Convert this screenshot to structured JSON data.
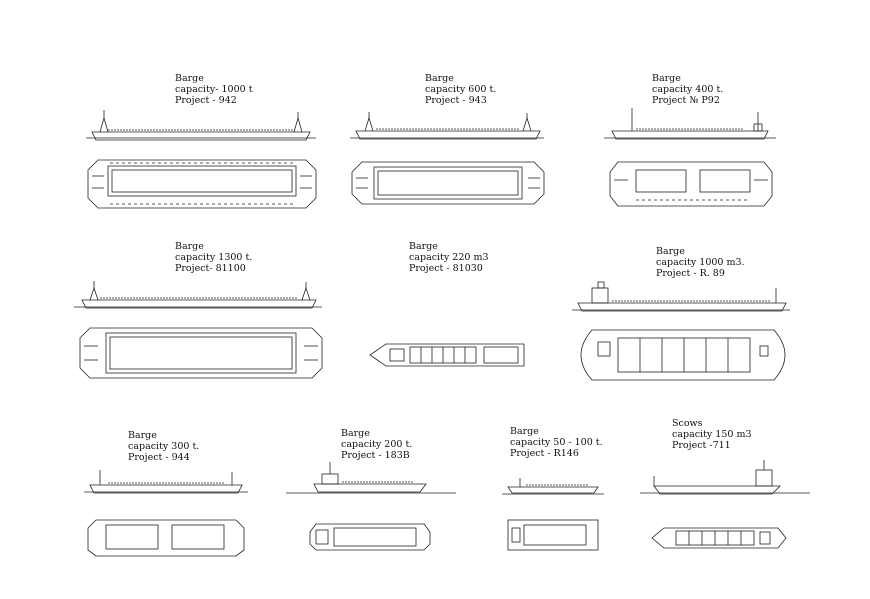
{
  "drawings": [
    {
      "id": "942",
      "lines": [
        "Barge",
        "capacity- 1000 t",
        "Project - 942"
      ]
    },
    {
      "id": "943",
      "lines": [
        "Barge",
        "capacity 600 t.",
        "Project - 943"
      ]
    },
    {
      "id": "P92",
      "lines": [
        "Barge",
        "capacity 400 t.",
        "Project № P92"
      ]
    },
    {
      "id": "81100",
      "lines": [
        "Barge",
        "capacity 1300 t.",
        "Project- 81100"
      ]
    },
    {
      "id": "81030",
      "lines": [
        "Barge",
        "capacity 220 m3",
        "Project - 81030"
      ]
    },
    {
      "id": "R89",
      "lines": [
        "Barge",
        "capacity 1000 m3.",
        "Project - R. 89"
      ]
    },
    {
      "id": "944",
      "lines": [
        "Barge",
        "capacity 300 t.",
        "Project - 944"
      ]
    },
    {
      "id": "183B",
      "lines": [
        "Barge",
        "capacity 200 t.",
        "Project - 183B"
      ]
    },
    {
      "id": "R146",
      "lines": [
        "Barge",
        "capacity 50 - 100 t.",
        "Project - R146"
      ]
    },
    {
      "id": "711",
      "lines": [
        "Scows",
        "capacity 150 m3",
        "Project -711"
      ]
    }
  ]
}
